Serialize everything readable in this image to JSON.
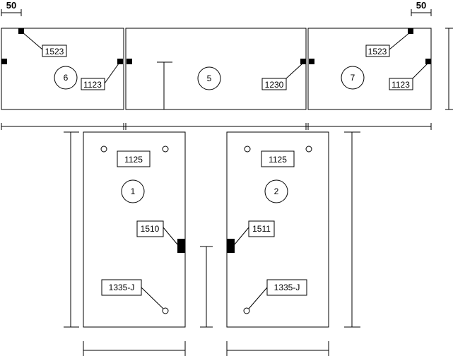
{
  "dimensions": {
    "left_offset": "50",
    "right_offset": "50"
  },
  "panels": {
    "p6": {
      "number": "6",
      "labels": [
        "1523",
        "1123"
      ]
    },
    "p5": {
      "number": "5",
      "labels": [
        "1230"
      ]
    },
    "p7": {
      "number": "7",
      "labels": [
        "1523",
        "1123"
      ]
    },
    "p1": {
      "number": "1",
      "labels": [
        "1125",
        "1510",
        "1335-J"
      ]
    },
    "p2": {
      "number": "2",
      "labels": [
        "1125",
        "1511",
        "1335-J"
      ]
    }
  },
  "colors": {
    "stroke": "#000000",
    "fill": "#ffffff"
  }
}
